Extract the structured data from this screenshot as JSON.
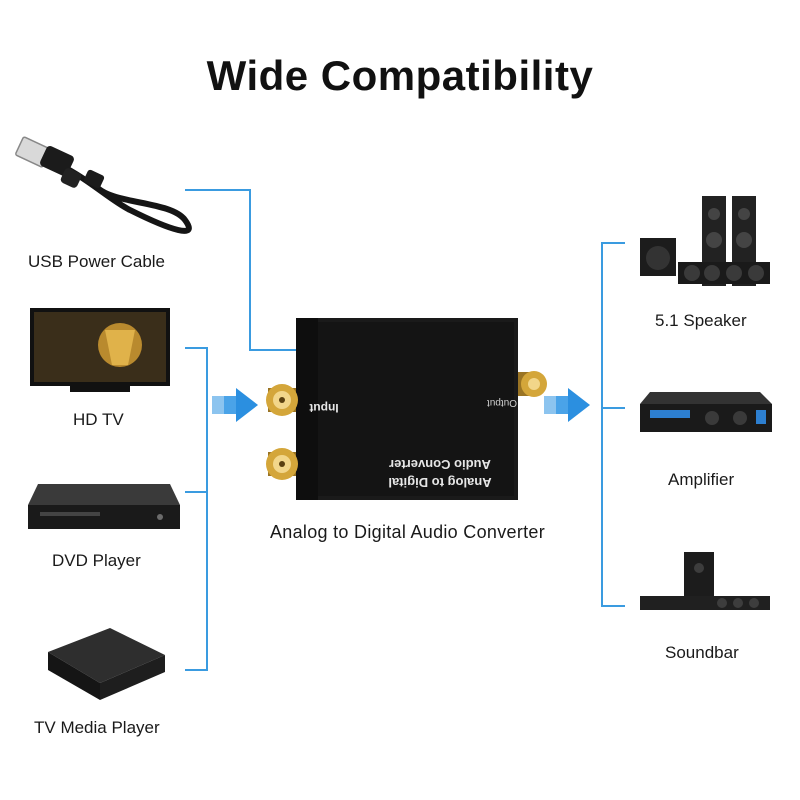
{
  "title": "Wide Compatibility",
  "center": {
    "caption": "Analog to Digital Audio Converter",
    "device_text": {
      "input": "Input",
      "output": "Output",
      "line1": "Analog to Digital",
      "line2": "Audio Converter"
    }
  },
  "inputs": [
    {
      "label": "USB Power Cable",
      "icon": "usb-cable-icon"
    },
    {
      "label": "HD TV",
      "icon": "tv-icon"
    },
    {
      "label": "DVD Player",
      "icon": "dvd-player-icon"
    },
    {
      "label": "TV Media Player",
      "icon": "media-player-icon"
    }
  ],
  "outputs": [
    {
      "label": "5.1 Speaker",
      "icon": "speaker-system-icon"
    },
    {
      "label": "Amplifier",
      "icon": "amplifier-icon"
    },
    {
      "label": "Soundbar",
      "icon": "soundbar-icon"
    }
  ],
  "colors": {
    "connector": "#3a9be0",
    "arrow": "#2b8fe0",
    "device": "#141414",
    "gold": "#d4a63a"
  }
}
